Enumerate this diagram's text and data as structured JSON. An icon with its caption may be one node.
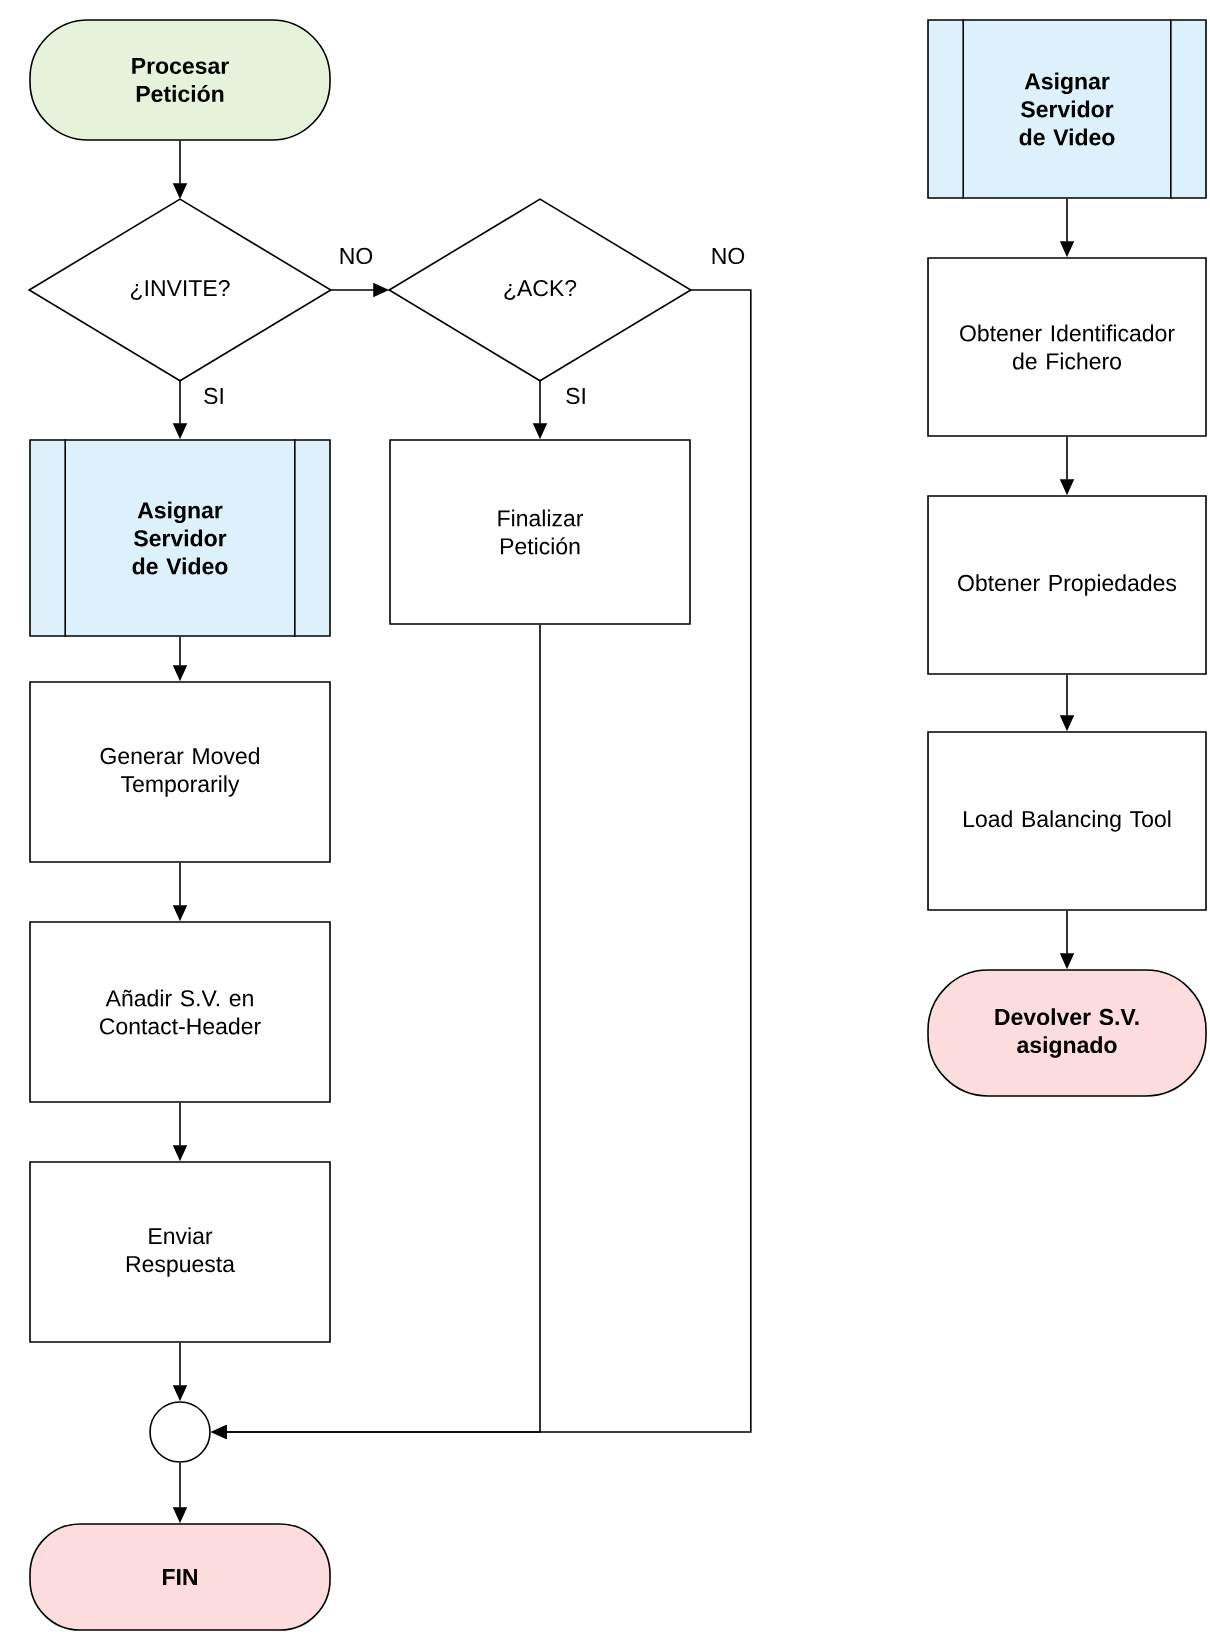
{
  "diagram": {
    "nodes": [
      {
        "text": [
          "Procesar Petición"
        ]
      },
      {
        "text": [
          "¿INVITE?"
        ]
      },
      {
        "text": [
          "¿ACK?"
        ]
      },
      {
        "text": [
          "Asignar Servidor de Video"
        ]
      },
      {
        "text": [
          "Finalizar Petición"
        ]
      },
      {
        "text": [
          "Generar Moved Temporarily"
        ]
      },
      {
        "text": [
          "Añadir S.V. en Contact-Header"
        ]
      },
      {
        "text": [
          "Enviar Respuesta"
        ]
      },
      {
        "text": [],
        "shape": "circle"
      },
      {
        "text": [
          "FIN"
        ]
      },
      {
        "text": [
          "Asignar Servidor de Video"
        ]
      },
      {
        "text": [
          "Obtener Identificador de Fichero"
        ]
      },
      {
        "text": [
          "Obtener Propiedades"
        ]
      },
      {
        "text": [
          "Load Balancing Tool"
        ]
      },
      {
        "text": [
          "Devolver S.V. asignado"
        ]
      }
    ],
    "edges": [
      {
        "from": 0,
        "to": 1,
        "arrow": "to"
      },
      {
        "from": 1,
        "to": 3,
        "arrow": "to",
        "label": "SI"
      },
      {
        "from": 1,
        "to": 2,
        "arrow": "to",
        "label": "NO"
      },
      {
        "from": 2,
        "to": 4,
        "arrow": "to",
        "label": "SI"
      },
      {
        "from": 2,
        "to": 8,
        "arrow": "to",
        "label": "NO"
      },
      {
        "from": 3,
        "to": 5,
        "arrow": "to"
      },
      {
        "from": 5,
        "to": 6,
        "arrow": "to"
      },
      {
        "from": 6,
        "to": 7,
        "arrow": "to"
      },
      {
        "from": 7,
        "to": 8,
        "arrow": "to"
      },
      {
        "from": 4,
        "to": 8,
        "arrow": "to"
      },
      {
        "from": 8,
        "to": 9,
        "arrow": "to"
      },
      {
        "from": 10,
        "to": 11,
        "arrow": "to"
      },
      {
        "from": 11,
        "to": 12,
        "arrow": "to"
      },
      {
        "from": 12,
        "to": 13,
        "arrow": "to"
      },
      {
        "from": 13,
        "to": 14,
        "arrow": "to"
      }
    ]
  }
}
